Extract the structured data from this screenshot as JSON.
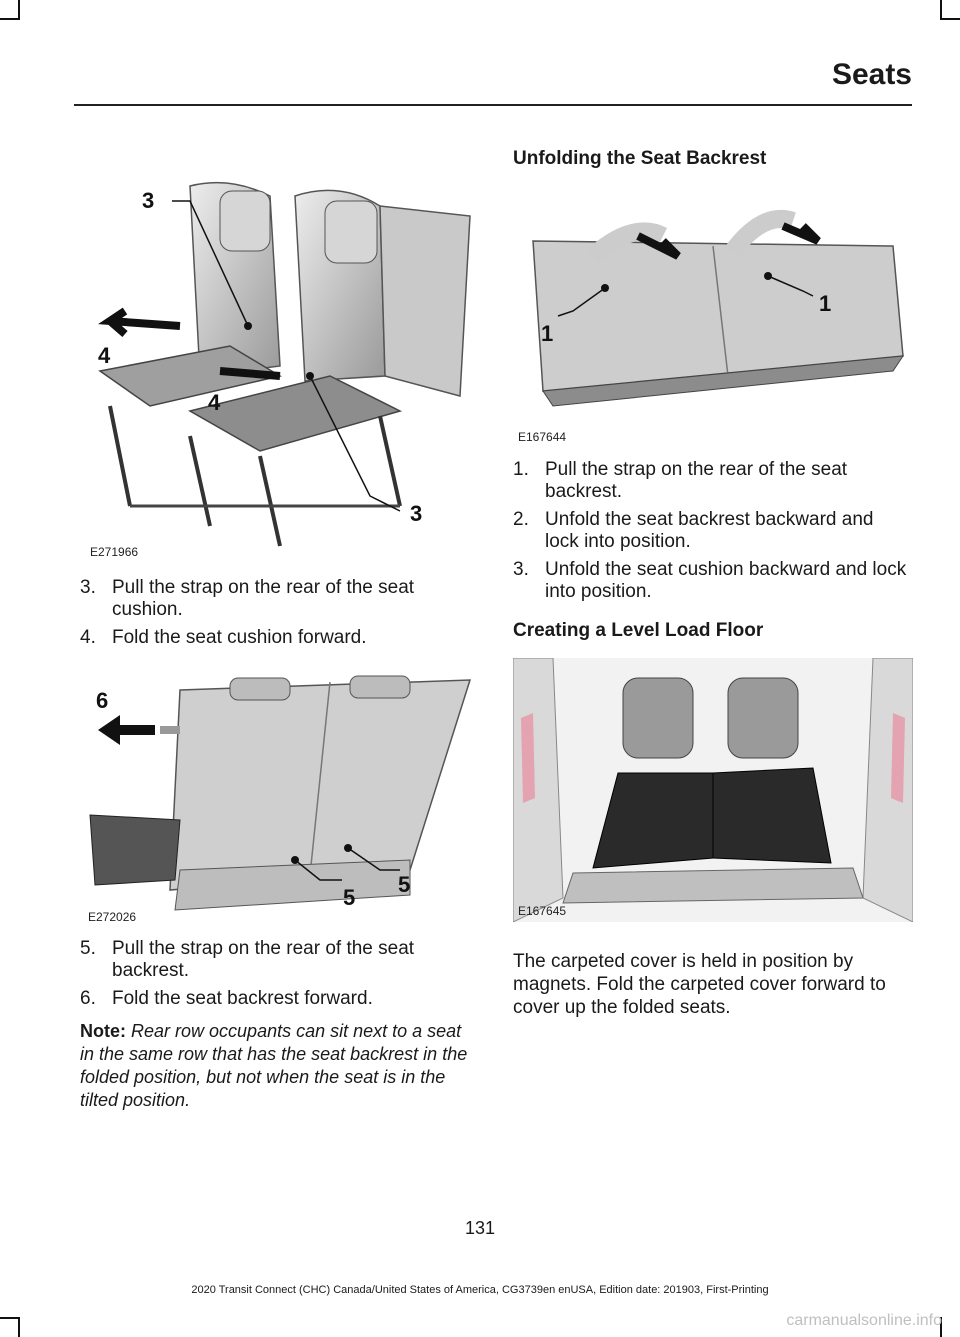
{
  "header": {
    "title": "Seats"
  },
  "left": {
    "figure1": {
      "code": "E271966",
      "callouts": [
        "3",
        "4",
        "4",
        "3"
      ]
    },
    "steps_a": [
      {
        "num": "3.",
        "text": "Pull the strap on the rear of the seat cushion."
      },
      {
        "num": "4.",
        "text": "Fold the seat cushion forward."
      }
    ],
    "figure2": {
      "code": "E272026",
      "callouts": [
        "6",
        "5",
        "5"
      ]
    },
    "steps_b": [
      {
        "num": "5.",
        "text": "Pull the strap on the rear of the seat backrest."
      },
      {
        "num": "6.",
        "text": "Fold the seat backrest forward."
      }
    ],
    "note": {
      "label": "Note:",
      "text": "Rear row occupants can sit next to a seat in the same row that has the seat backrest in the folded position, but not when the seat is in the tilted position."
    }
  },
  "right": {
    "heading1": "Unfolding the Seat Backrest",
    "figure3": {
      "code": "E167644",
      "callouts": [
        "1",
        "1"
      ]
    },
    "steps": [
      {
        "num": "1.",
        "text": "Pull the strap on the rear of the seat backrest."
      },
      {
        "num": "2.",
        "text": "Unfold the seat backrest backward and lock into position."
      },
      {
        "num": "3.",
        "text": "Unfold the seat cushion backward and lock into position."
      }
    ],
    "heading2": "Creating a Level Load Floor",
    "figure4": {
      "code": "E167645"
    },
    "paragraph": "The carpeted cover is held in position by magnets. Fold the carpeted cover forward to cover up the folded seats."
  },
  "page_number": "131",
  "footer": "2020 Transit Connect (CHC) Canada/United States of America, CG3739en enUSA, Edition date: 201903, First-Printing",
  "watermark": "carmanualsonline.info"
}
